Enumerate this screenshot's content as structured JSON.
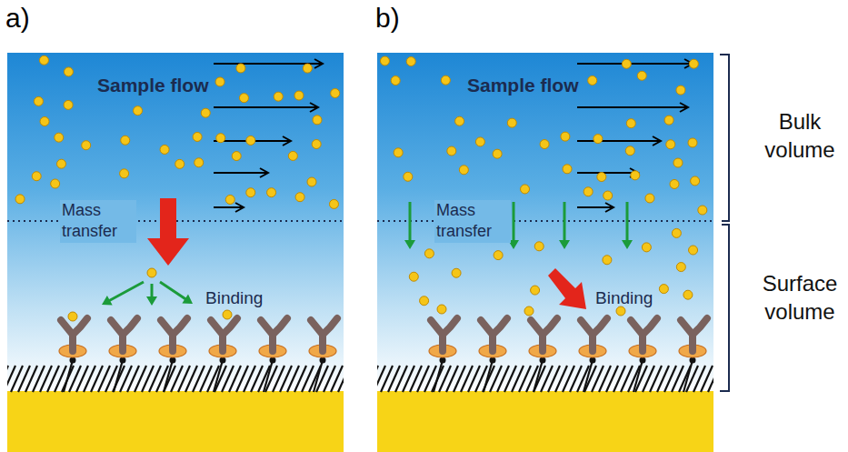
{
  "diagram": {
    "labels": [
      "a)",
      "b)",
      "Sample flow",
      "Mass transfer",
      "Binding",
      "Sample flow",
      "Mass transfer",
      "Binding",
      "Bulk volume",
      "Surface volume"
    ]
  }
}
